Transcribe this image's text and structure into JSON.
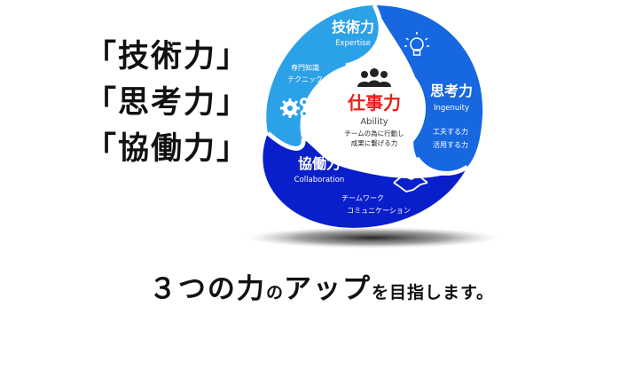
{
  "left_titles": [
    "「技術力」",
    "「思考力」",
    "「協働力」"
  ],
  "diagram": {
    "center": {
      "title": "仕事力",
      "subtitle": "Ability",
      "desc_line1": "チームの為に行動し",
      "desc_line2": "成果に繋げる力"
    },
    "expertise": {
      "title": "技術力",
      "subtitle": "Expertise",
      "desc_line1": "専門知識",
      "desc_line2": "テクニック"
    },
    "ingenuity": {
      "title": "思考力",
      "subtitle": "Ingenuity",
      "desc_line1": "工夫する力",
      "desc_line2": "活用する力"
    },
    "collaboration": {
      "title": "協働力",
      "subtitle": "Collaboration",
      "desc_line1": "チームワーク",
      "desc_line2": "コミュニケーション"
    },
    "colors": {
      "light_blue": "#2BA1E8",
      "mid_blue": "#1767E0",
      "dark_blue": "#0A1FCC",
      "accent_red": "#E8201A"
    }
  },
  "tagline": {
    "part1": "３つの力",
    "part2": "の",
    "part3": "アップ",
    "part4": "を目指します。"
  }
}
